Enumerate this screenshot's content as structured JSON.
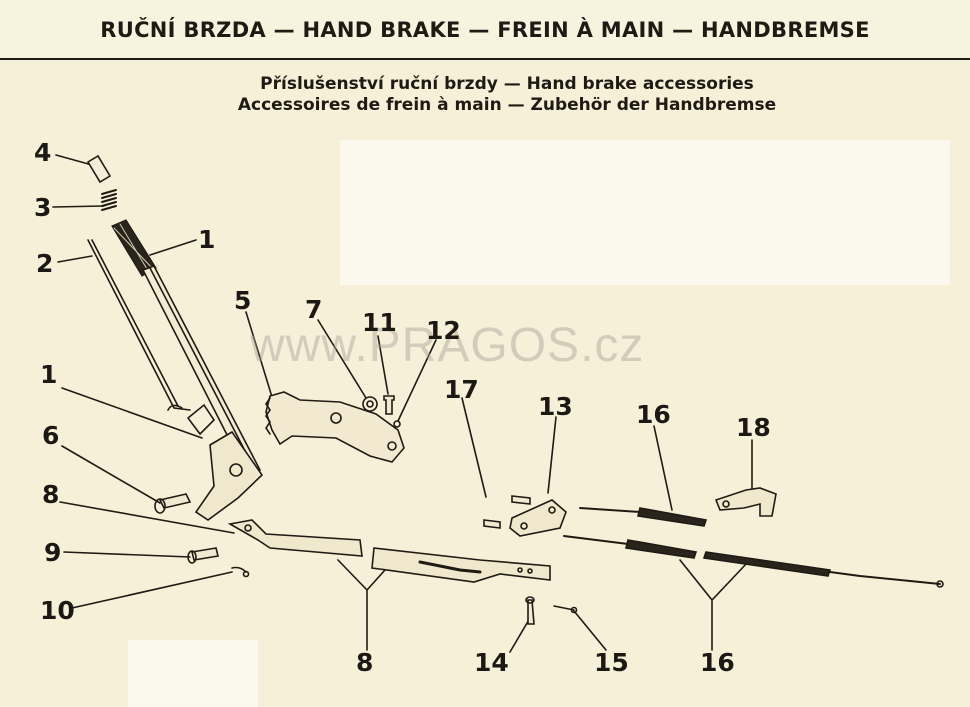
{
  "header": {
    "title": "RUČNÍ BRZDA — HAND BRAKE — FREIN À MAIN — HANDBREMSE"
  },
  "subtitle": {
    "line1": "Příslušenství ruční brzdy — Hand brake accessories",
    "line2": "Accessoires de frein à main — Zubehör der Handbremse"
  },
  "watermark": "www.PRAGOS.cz",
  "callouts": [
    {
      "id": "c4",
      "text": "4"
    },
    {
      "id": "c3",
      "text": "3"
    },
    {
      "id": "c1a",
      "text": "1"
    },
    {
      "id": "c2",
      "text": "2"
    },
    {
      "id": "c5",
      "text": "5"
    },
    {
      "id": "c7",
      "text": "7"
    },
    {
      "id": "c11",
      "text": "11"
    },
    {
      "id": "c12",
      "text": "12"
    },
    {
      "id": "c1b",
      "text": "1"
    },
    {
      "id": "c17",
      "text": "17"
    },
    {
      "id": "c13",
      "text": "13"
    },
    {
      "id": "c16a",
      "text": "16"
    },
    {
      "id": "c18",
      "text": "18"
    },
    {
      "id": "c6",
      "text": "6"
    },
    {
      "id": "c8a",
      "text": "8"
    },
    {
      "id": "c9",
      "text": "9"
    },
    {
      "id": "c10",
      "text": "10"
    },
    {
      "id": "c8b",
      "text": "8"
    },
    {
      "id": "c14",
      "text": "14"
    },
    {
      "id": "c15",
      "text": "15"
    },
    {
      "id": "c16b",
      "text": "16"
    }
  ]
}
